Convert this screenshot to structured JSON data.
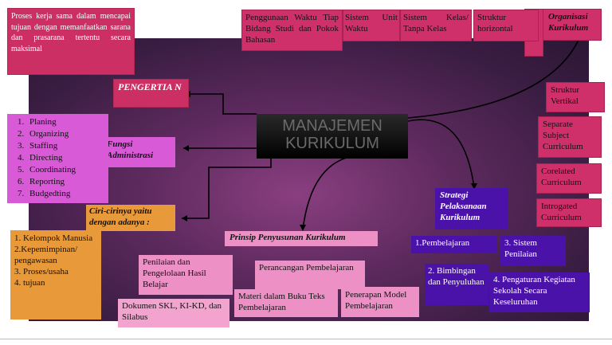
{
  "center": {
    "line1": "MANAJEMEN",
    "line2": "KURIKULUM"
  },
  "pengertian": {
    "label": "PENGERTIA N",
    "text": "Proses kerja sama dalam mencapai tujuan dengan memanfaatkan sarana dan prasarana tertentu secara maksimal"
  },
  "fungsi": {
    "label": "Fungsi Administrasi",
    "items": [
      "Planing",
      "Organizing",
      "Staffing",
      "Directing",
      "Coordinating",
      "Reporting",
      "Budgedting"
    ]
  },
  "ciri": {
    "label": "Ciri-cirinya yaitu dengan adanya :",
    "items": [
      "1. Kelompok Manusia",
      "2.Kepemimpinan/ pengawasan",
      "3. Proses/usaha",
      "4. tujuan"
    ]
  },
  "prinsip": {
    "label": "Prinsip Penyusunan Kurikulum",
    "items": [
      "Penilaian dan Pengelolaan Hasil Belajar",
      "Perancangan Pembelajaran",
      "Materi dalam Buku Teks Pembelajaran",
      "Penerapan Model Pembelajaran",
      "Dokumen SKL, KI-KD, dan Silabus"
    ]
  },
  "organisasi": {
    "label": "Organisasi Kurikulum",
    "top": [
      "Penggunaan Waktu Tiap Bidang Studi dan Pokok Bahasan",
      "Sistem Unit Waktu",
      "Sistem Kelas/ Tanpa Kelas",
      "Struktur horizontal"
    ],
    "right": [
      "Struktur Vertikal",
      "Separate Subject Curriculum",
      "Corelated Curriculum",
      "Introgated Curriculum"
    ]
  },
  "strategi": {
    "label": "Strategi Pelaksanaan Kurikulum",
    "items": [
      "1.Pembelajaran",
      "3. Sistem Penilaian",
      "2. Bimbingan dan Penyuluhan",
      "4. Pengaturan Kegiatan Sekolah Secara Keseluruhan"
    ]
  }
}
